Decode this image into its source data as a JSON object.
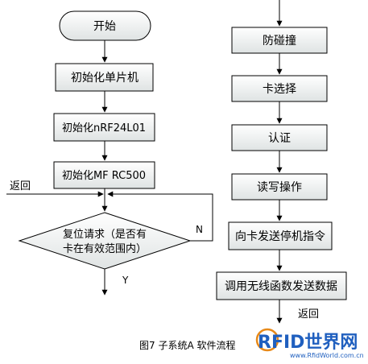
{
  "left": {
    "start": "开始",
    "init_mcu": "初始化单片机",
    "init_nrf": "初始化nRF24L01",
    "init_mf": "初始化MF RC500",
    "return_label": "返回",
    "decision_line1": "复位请求（是否有",
    "decision_line2": "卡在有效范围内）",
    "no_label": "N",
    "yes_label": "Y"
  },
  "right": {
    "anticollision": "防碰撞",
    "card_select": "卡选择",
    "auth": "认证",
    "read_write": "读写操作",
    "send_halt": "向卡发送停机指令",
    "send_wireless": "调用无线函数发送数据",
    "return_label": "返回"
  },
  "caption": "图7 子系统A 软件流程",
  "watermark": {
    "brand": "RFID世界网",
    "url": "www.RfidWorld.com.cn"
  },
  "colors": {
    "box_fill_top": "#ffffff",
    "box_fill_bottom": "#dfe3e3",
    "stroke": "#000000",
    "logo_blue": "#1f5fbf",
    "logo_orange": "#e88a1a"
  }
}
